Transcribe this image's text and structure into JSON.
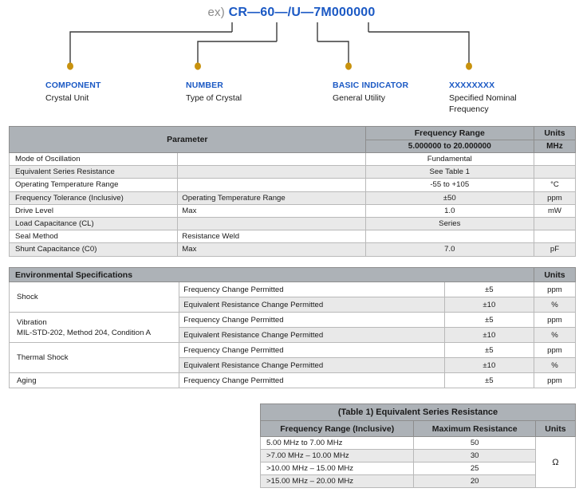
{
  "part_number": {
    "prefix": "ex)",
    "text": "CR—60—/U—7M000000",
    "color": "#1b59c4",
    "callouts": [
      {
        "title": "COMPONENT",
        "desc": "Crystal Unit"
      },
      {
        "title": "NUMBER",
        "desc": "Type of Crystal"
      },
      {
        "title": "BASIC INDICATOR",
        "desc": "General Utility"
      },
      {
        "title": "XXXXXXXX",
        "desc": "Specified Nominal Frequency"
      }
    ]
  },
  "parameters_table": {
    "headers": {
      "parameter": "Parameter",
      "frequency_range": "Frequency Range",
      "frequency_range_value": "5.000000 to 20.000000",
      "units": "Units",
      "units_value": "MHz"
    },
    "rows": [
      {
        "parameter": "Mode of Oscillation",
        "condition": "",
        "value": "Fundamental",
        "units": ""
      },
      {
        "parameter": "Equivalent Series Resistance",
        "condition": "",
        "value": "See Table 1",
        "units": ""
      },
      {
        "parameter": "Operating Temperature Range",
        "condition": "",
        "value": "-55 to +105",
        "units": "°C"
      },
      {
        "parameter": "Frequency Tolerance (Inclusive)",
        "condition": "Operating Temperature Range",
        "value": "±50",
        "units": "ppm"
      },
      {
        "parameter": "Drive Level",
        "condition": "Max",
        "value": "1.0",
        "units": "mW"
      },
      {
        "parameter": "Load Capacitance (CL)",
        "condition": "",
        "value": "Series",
        "units": ""
      },
      {
        "parameter": "Seal Method",
        "condition": "Resistance Weld",
        "value": "",
        "units": ""
      },
      {
        "parameter": "Shunt Capacitance (C0)",
        "condition": "Max",
        "value": "7.0",
        "units": "pF"
      }
    ]
  },
  "environmental_table": {
    "title": "Environmental Specifications",
    "units_header": "Units",
    "groups": [
      {
        "category": "Shock",
        "category_note": "",
        "rows": [
          {
            "item": "Frequency Change Permitted",
            "value": "±5",
            "units": "ppm"
          },
          {
            "item": "Equivalent Resistance Change Permitted",
            "value": "±10",
            "units": "%"
          }
        ]
      },
      {
        "category": "Vibration",
        "category_note": "MIL-STD-202, Method 204, Condition A",
        "rows": [
          {
            "item": "Frequency Change Permitted",
            "value": "±5",
            "units": "ppm"
          },
          {
            "item": "Equivalent Resistance Change Permitted",
            "value": "±10",
            "units": "%"
          }
        ]
      },
      {
        "category": "Thermal Shock",
        "category_note": "",
        "rows": [
          {
            "item": "Frequency Change Permitted",
            "value": "±5",
            "units": "ppm"
          },
          {
            "item": "Equivalent Resistance Change Permitted",
            "value": "±10",
            "units": "%"
          }
        ]
      },
      {
        "category": "Aging",
        "category_note": "",
        "rows": [
          {
            "item": "Frequency Change Permitted",
            "value": "±5",
            "units": "ppm"
          }
        ]
      }
    ]
  },
  "esr_table": {
    "title": "(Table 1) Equivalent Series Resistance",
    "headers": {
      "frequency_range": "Frequency Range (Inclusive)",
      "maximum_resistance": "Maximum Resistance",
      "units": "Units"
    },
    "units_value": "Ω",
    "rows": [
      {
        "frequency_range": "5.00 MHz to 7.00 MHz",
        "maximum_resistance": "50"
      },
      {
        "frequency_range": ">7.00 MHz – 10.00 MHz",
        "maximum_resistance": "30"
      },
      {
        "frequency_range": ">10.00 MHz – 15.00 MHz",
        "maximum_resistance": "25"
      },
      {
        "frequency_range": ">15.00 MHz – 20.00 MHz",
        "maximum_resistance": "20"
      }
    ]
  },
  "colors": {
    "accent_blue": "#1b59c4",
    "dot_gold": "#c8920e",
    "header_gray": "#adb2b7",
    "row_alt_gray": "#e9e9e9"
  }
}
